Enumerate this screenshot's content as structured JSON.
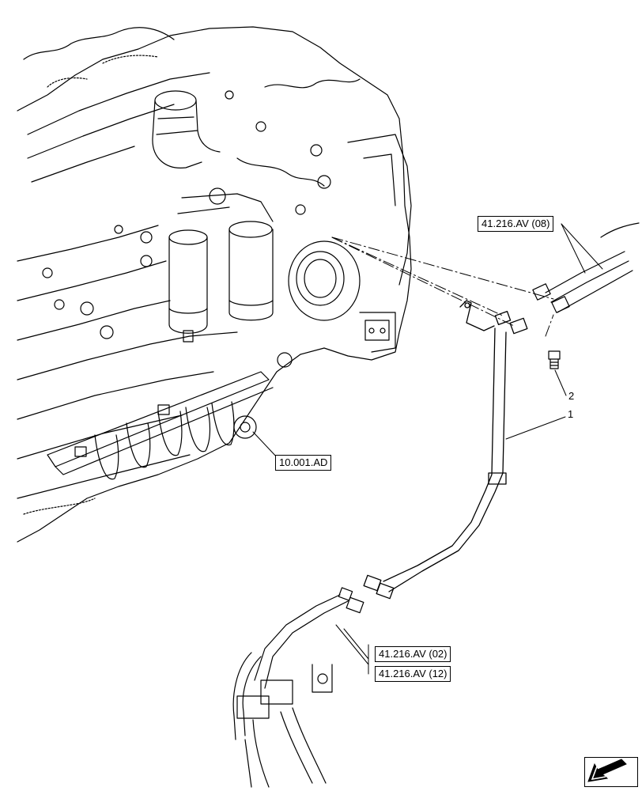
{
  "references": {
    "engine": "10.001.AD",
    "upper_line": "41.216.AV (08)",
    "lower_line_a": "41.216.AV (02)",
    "lower_line_b": "41.216.AV (12)"
  },
  "callouts": {
    "pipe": "1",
    "bolt": "2"
  },
  "icons": {
    "navigation": "page-navigation-arrow-icon"
  }
}
